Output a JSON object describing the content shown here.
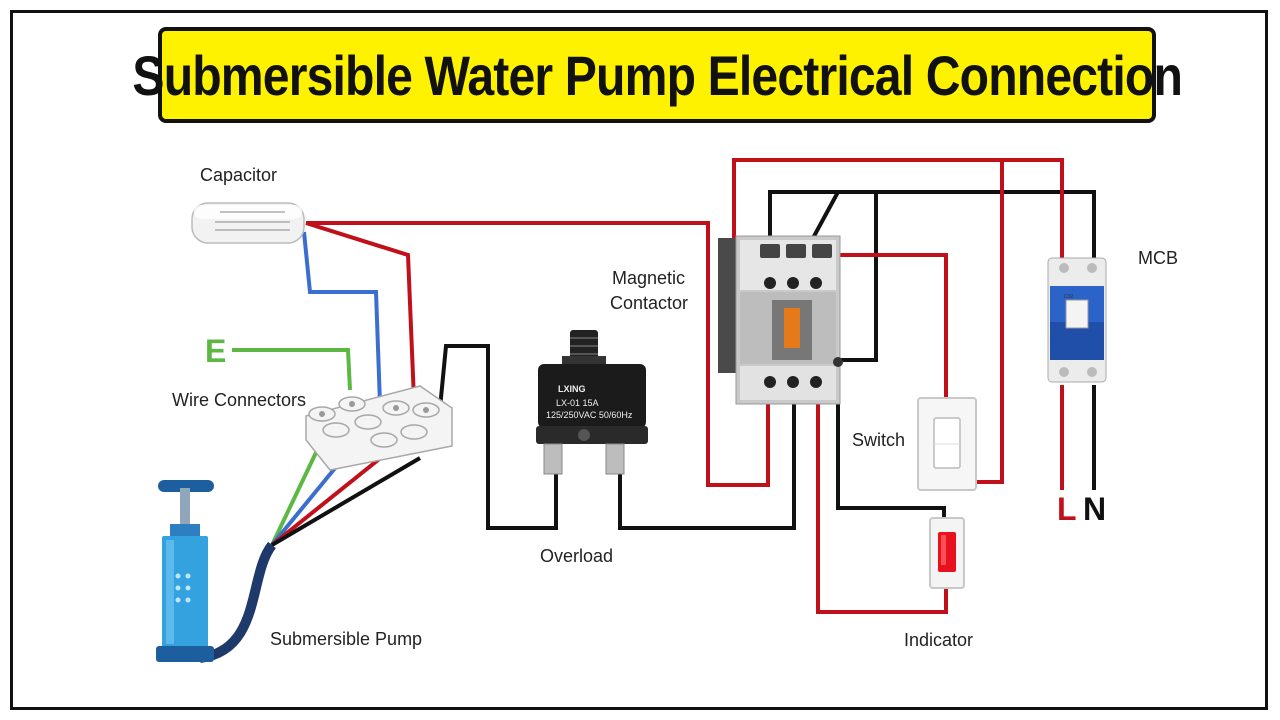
{
  "title": "Submersible Water Pump Electrical Connection",
  "labels": {
    "capacitor": "Capacitor",
    "earth": "E",
    "wire_connectors": "Wire Connectors",
    "submersible_pump": "Submersible Pump",
    "overload": "Overload",
    "magnetic_contactor_line1": "Magnetic",
    "magnetic_contactor_line2": "Contactor",
    "switch": "Switch",
    "indicator": "Indicator",
    "mcb": "MCB",
    "live": "L",
    "neutral": "N"
  },
  "overload_device": {
    "brand": "LXING",
    "model": "LX-01 15A",
    "rating": "125/250VAC 50/60Hz"
  },
  "mcb_device": {
    "rating": "C32"
  },
  "colors": {
    "title_bg": "#fff200",
    "wire_live": "#c0101a",
    "wire_neutral": "#111111",
    "wire_earth": "#5cb843",
    "wire_blue": "#3a6fd0",
    "earth_label": "#5cb843",
    "live_label": "#c0101a"
  }
}
